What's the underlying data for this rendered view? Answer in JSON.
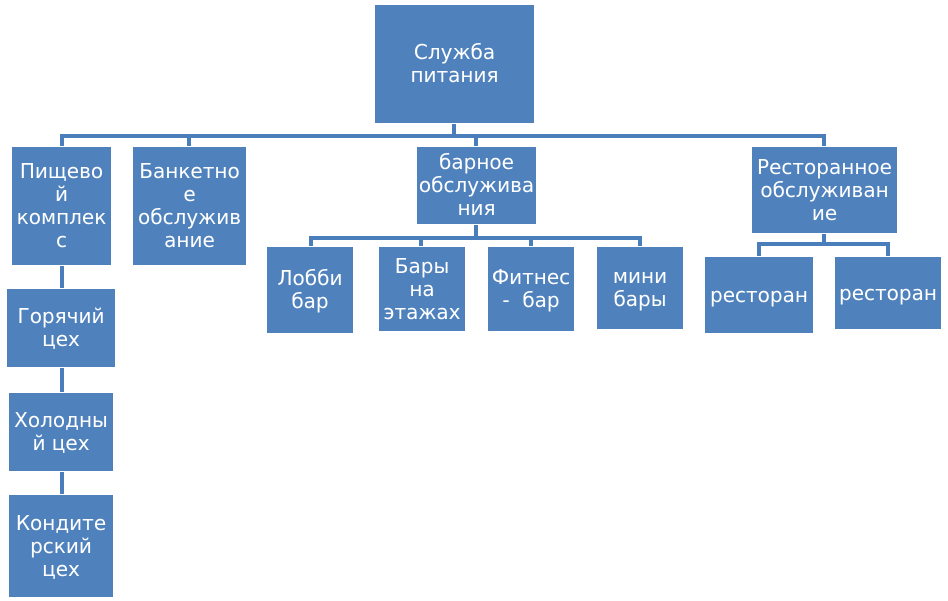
{
  "colors": {
    "box_fill": "#4f81bd",
    "connector": "#4a7ebb",
    "text": "#ffffff"
  },
  "nodes": {
    "root": "Служба\nпитания",
    "pishchevoy": "Пищево\nй\nкомплек\nс",
    "banketnoe": "Банкетно\nе\nобслужив\nание",
    "barnoe": "барное\nобслужива\nния",
    "restorannoe": "Ресторанное\nобслуживан\nие",
    "goryachiy": "Горячий\nцех",
    "kholodny": "Холодны\nй цех",
    "konditersky": "Кондите\nрский\nцех",
    "lobbi": "Лобби\nбар",
    "bary_etazh": "Бары\nна\nэтажах",
    "fitnes": "Фитнес\n-  бар",
    "mini": "мини\nбары",
    "restoran1": "ресторан",
    "restoran2": "ресторан"
  }
}
